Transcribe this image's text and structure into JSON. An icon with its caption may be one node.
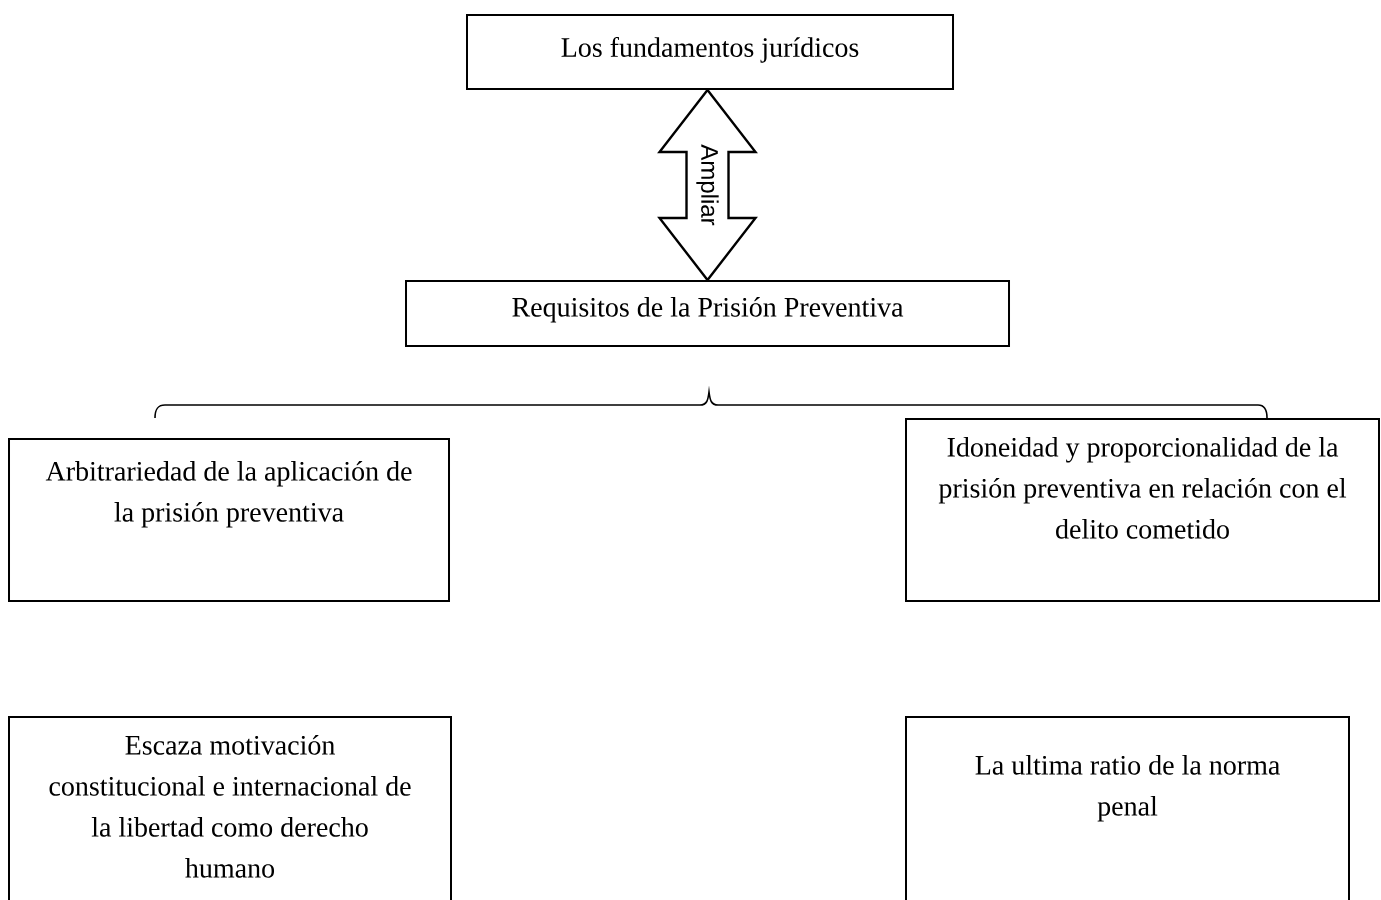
{
  "diagram": {
    "nodes": [
      {
        "text": [
          "Los fundamentos jurídicos"
        ]
      },
      {
        "text": [
          "Requisitos de la Prisión Preventiva"
        ]
      },
      {
        "text": [
          "Arbitrariedad de la aplicación de la prisión preventiva"
        ]
      },
      {
        "text": [
          "Idoneidad y proporcionalidad de la prisión preventiva en relación con el delito cometido"
        ]
      },
      {
        "text": [
          "Escaza motivación constitucional e internacional de la libertad como derecho humano"
        ]
      },
      {
        "text": [
          "La ultima ratio de la norma penal"
        ]
      }
    ],
    "edges": [
      {
        "from": 0,
        "to": 1,
        "arrow": "both",
        "label": "Ampliar"
      }
    ]
  }
}
